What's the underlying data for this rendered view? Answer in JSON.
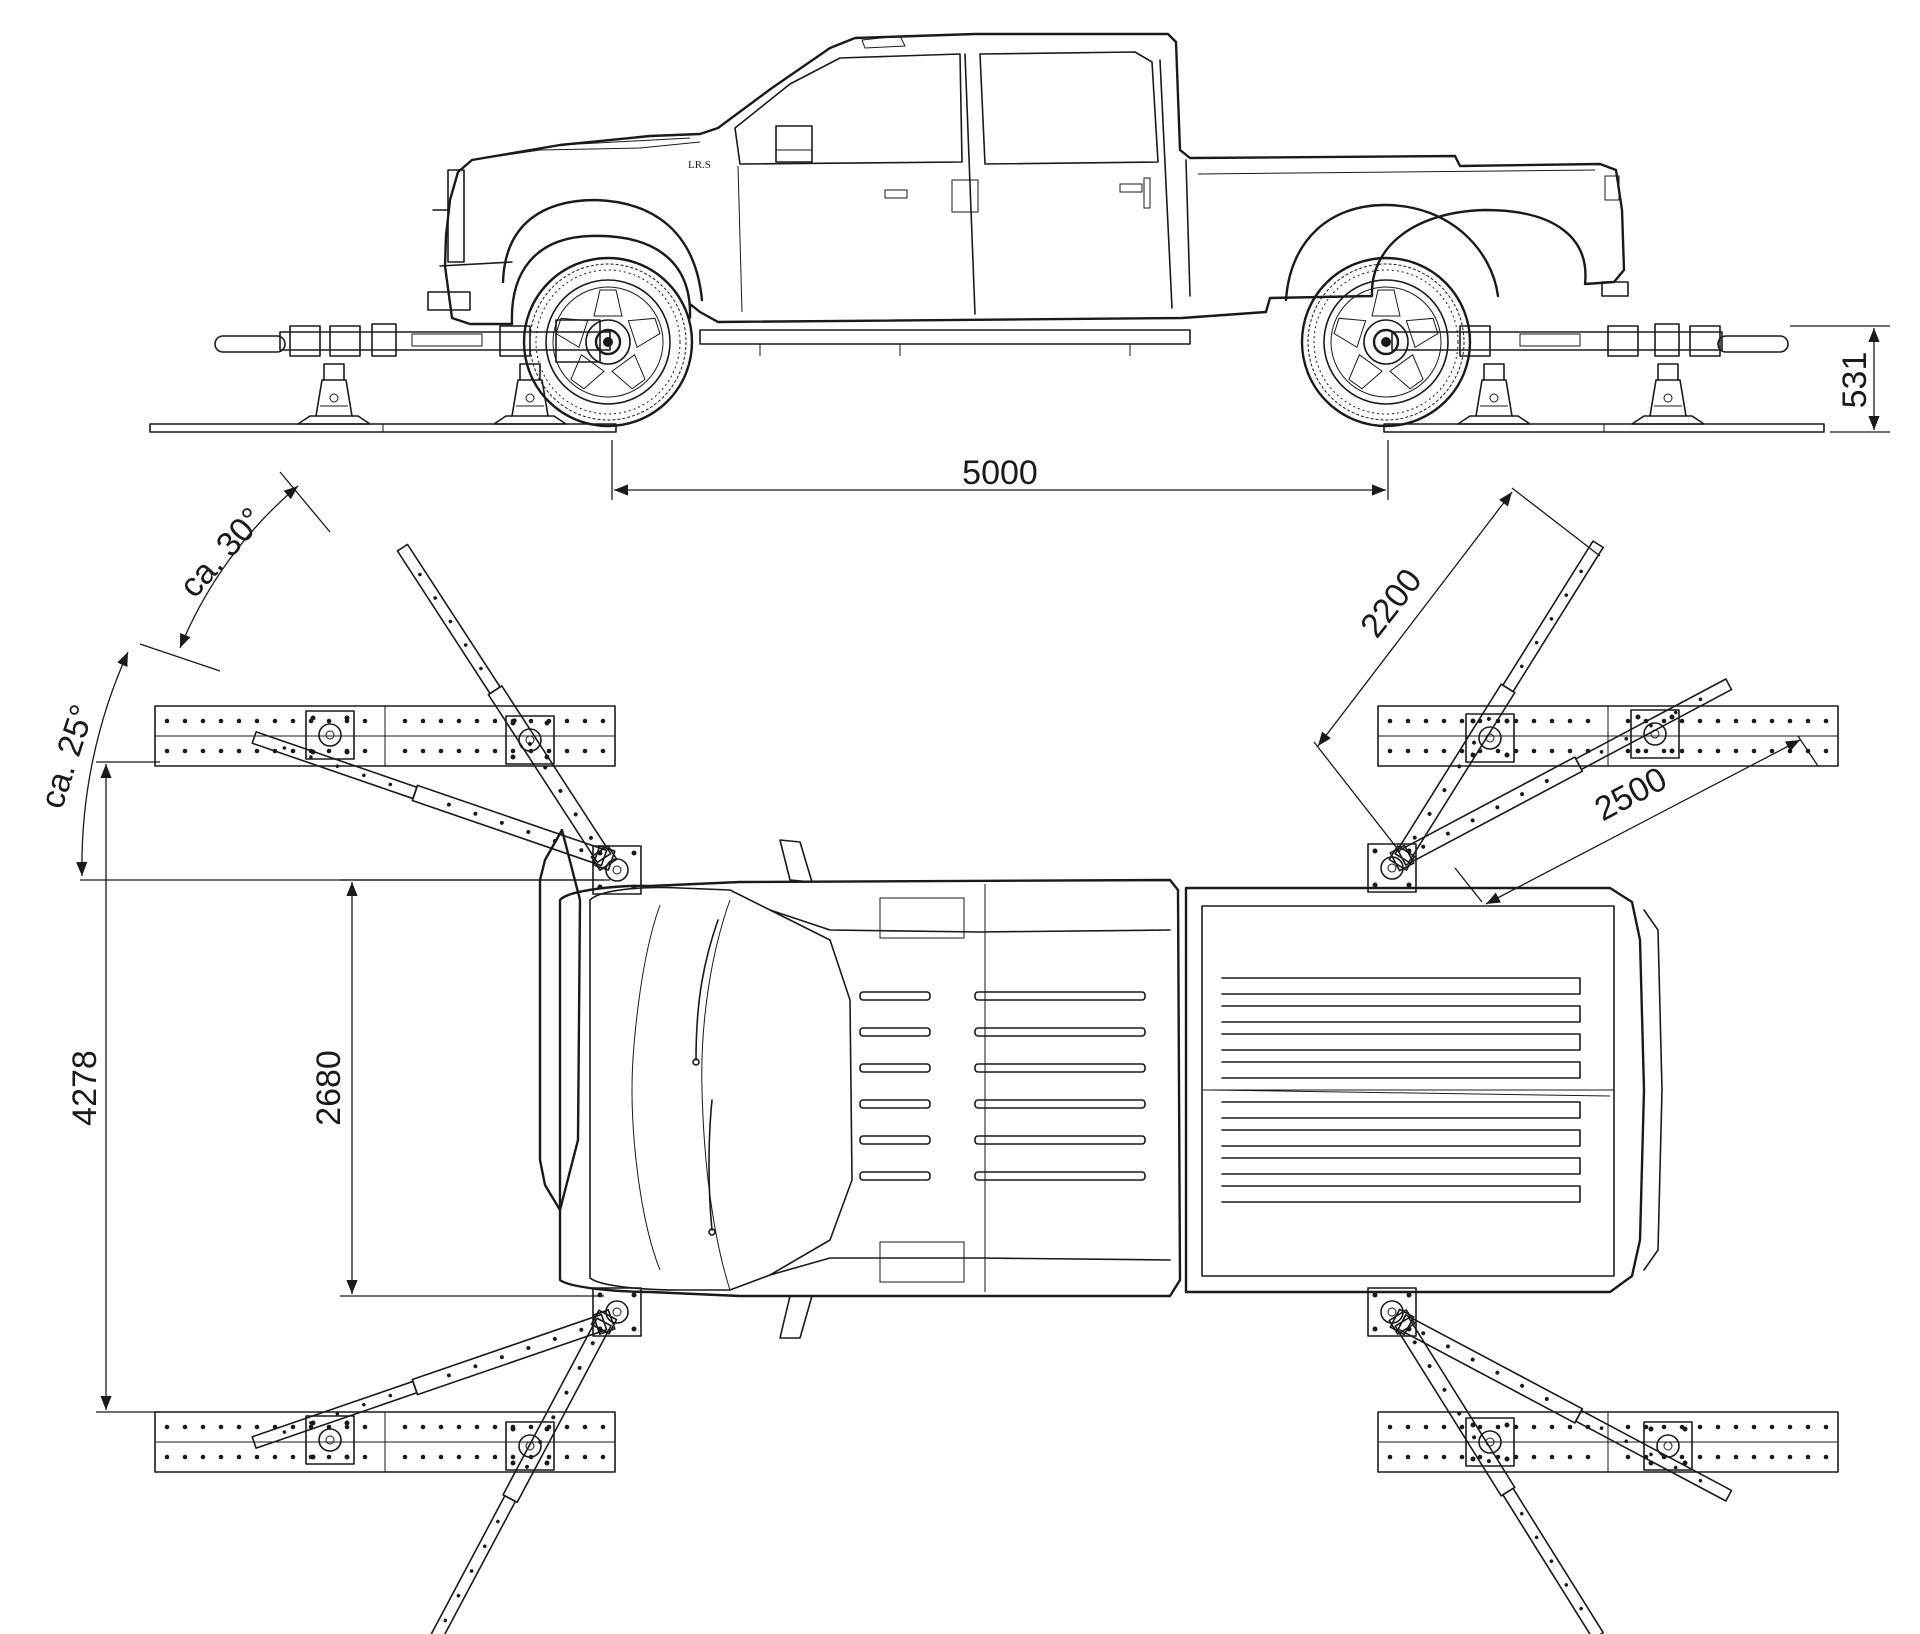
{
  "dimensions": {
    "wheelbase": "5000",
    "side_height": "531",
    "beam_short": "2200",
    "beam_long": "2500",
    "track_width": "2680",
    "outer_width": "4278",
    "angle_upper": "ca. 30°",
    "angle_lower": "ca. 25°"
  },
  "vehicle": {
    "fender_badge": "LR.S"
  },
  "colors": {
    "line": "#1a1a1a",
    "background": "#ffffff"
  }
}
